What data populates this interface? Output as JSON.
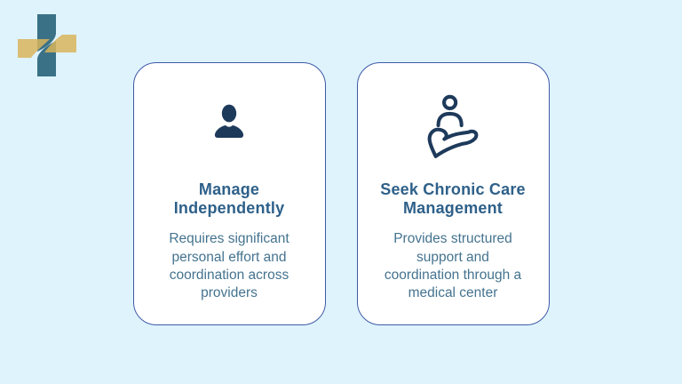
{
  "meta": {
    "type": "comparison-infographic"
  },
  "colors": {
    "background": "#DFF3FD",
    "card_background": "#FFFFFF",
    "card_border": "#3D5BA7",
    "title": "#2E6089",
    "body": "#44738F",
    "icon": "#1E3A5B",
    "logo_teal": "#3A7186",
    "logo_gold": "#D9B45C"
  },
  "logo": {
    "name": "health-cross-logo"
  },
  "cards": [
    {
      "icon": "person-icon",
      "title": "Manage\nIndependently",
      "description": "Requires significant\npersonal effort and\ncoordination across\nproviders"
    },
    {
      "icon": "care-hand-icon",
      "title": "Seek Chronic Care\nManagement",
      "description": "Provides structured\nsupport and\ncoordination through a\nmedical center"
    }
  ]
}
